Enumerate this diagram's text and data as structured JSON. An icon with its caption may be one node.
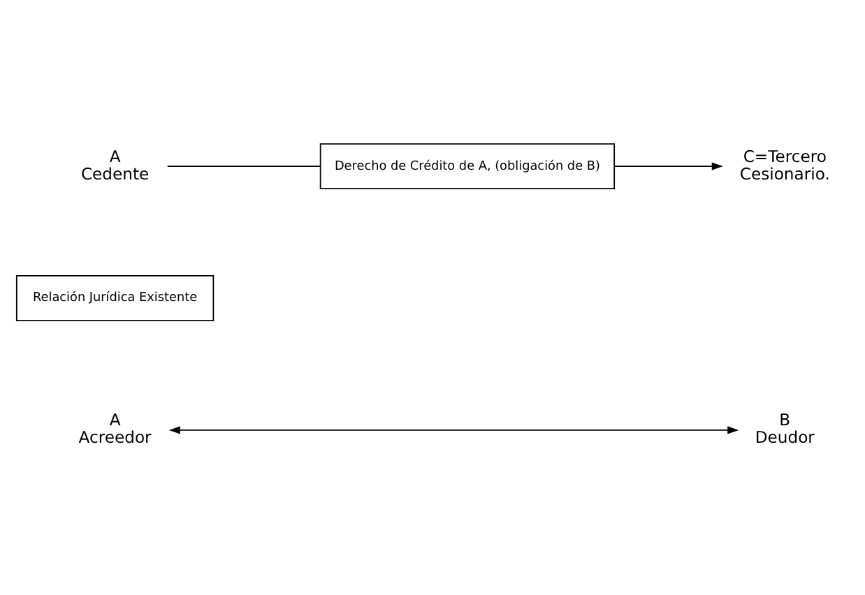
{
  "diagram": {
    "nodes": [
      {
        "text": [
          "A",
          "Acreedor"
        ]
      },
      {
        "text": [
          "B",
          "Deudor"
        ]
      },
      {
        "text": [
          "Relación Jurídica Existente"
        ]
      },
      {
        "text": [
          "A",
          "Cedente"
        ]
      },
      {
        "text": [
          "Derecho de Crédito de A, (obligación de B)"
        ]
      },
      {
        "text": [
          "C=Tercero",
          "Cesionario."
        ]
      }
    ],
    "edges": [
      {
        "from": 0,
        "to": 1,
        "arrow": "both"
      },
      {
        "from": 3,
        "to": 4,
        "arrow": "none"
      },
      {
        "from": 4,
        "to": 5,
        "arrow": "to"
      }
    ]
  }
}
